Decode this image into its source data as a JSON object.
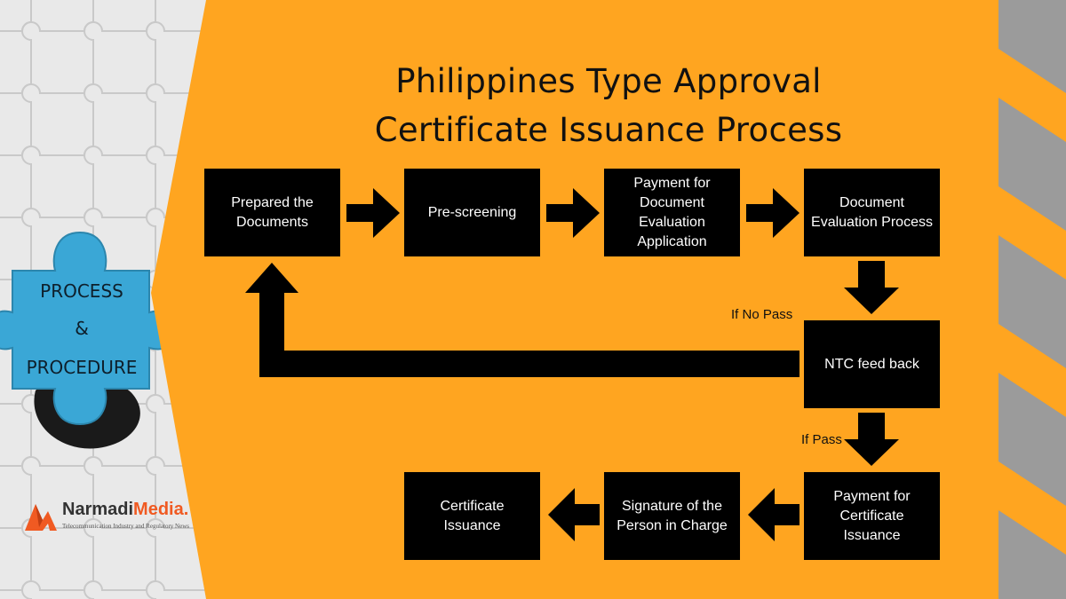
{
  "title": {
    "line1": "Philippines Type Approval",
    "line2": "Certificate Issuance Process"
  },
  "badge": {
    "line1": "PROCESS",
    "line2": "&",
    "line3": "PROCEDURE"
  },
  "logo": {
    "name_part1": "Narmadi",
    "name_part2": "Media.",
    "tagline": "Telecommunication Industry and Regulatory News"
  },
  "steps": {
    "prepared": "Prepared the\nDocuments",
    "prescreening": "Pre-screening",
    "payment_eval": "Payment for\nDocument\nEvaluation\nApplication",
    "doc_eval": "Document\nEvaluation Process",
    "ntc_feedback": "NTC feed back",
    "payment_cert": "Payment for\nCertificate\nIssuance",
    "signature": "Signature of the\nPerson in Charge",
    "certificate": "Certificate\nIssuance"
  },
  "conditions": {
    "no_pass": "If No Pass",
    "pass": "If Pass"
  },
  "colors": {
    "background": "#ffa520",
    "box": "#000000",
    "box_text": "#ffffff",
    "puzzle_blue": "#3aa7d6",
    "stripe_gray": "#9b9b9b",
    "logo_orange": "#f05a22"
  }
}
